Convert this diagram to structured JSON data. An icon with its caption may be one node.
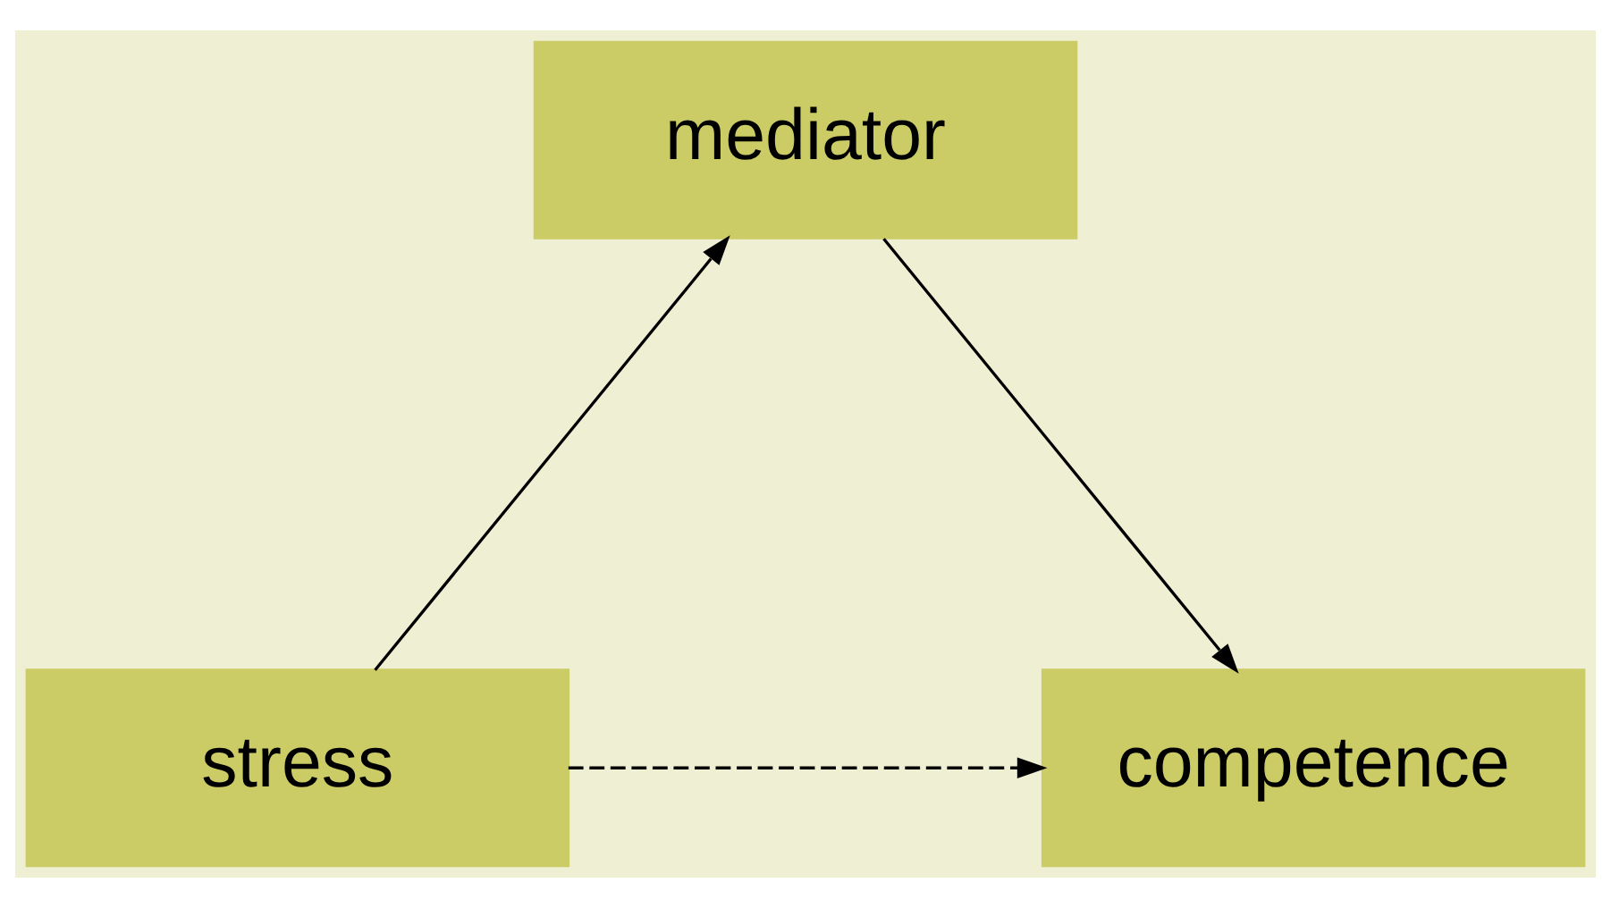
{
  "diagram": {
    "nodes": [
      {
        "text": [
          "mediator"
        ]
      },
      {
        "text": [
          "stress"
        ]
      },
      {
        "text": [
          "competence"
        ]
      }
    ],
    "edges": [
      {
        "from": 1,
        "to": 0,
        "arrow": "to"
      },
      {
        "from": 0,
        "to": 2,
        "arrow": "to"
      },
      {
        "from": 1,
        "to": 2,
        "arrow": "to",
        "style": "dashed"
      }
    ]
  }
}
